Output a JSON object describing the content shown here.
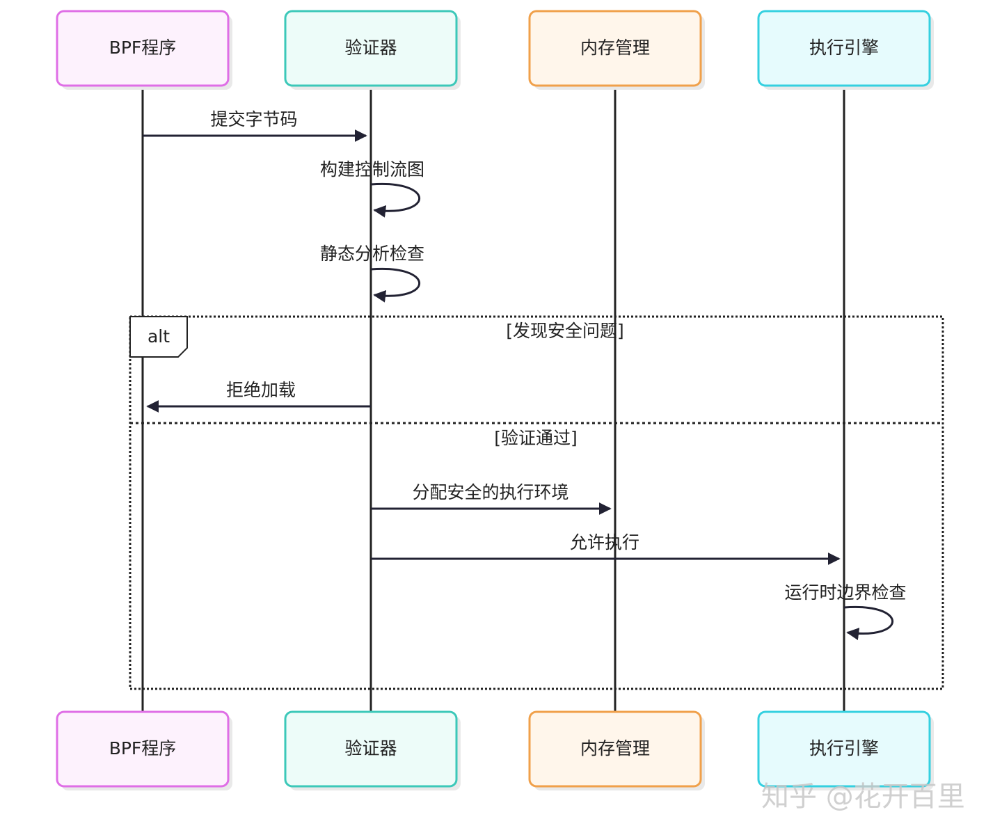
{
  "actors": [
    {
      "id": "bpf",
      "label": "BPF程序",
      "fill": "#fdf2fd",
      "stroke": "#df6ee6"
    },
    {
      "id": "verifier",
      "label": "验证器",
      "fill": "#edfcf9",
      "stroke": "#3cc8b9"
    },
    {
      "id": "memory",
      "label": "内存管理",
      "fill": "#fff6eb",
      "stroke": "#f0a04a"
    },
    {
      "id": "engine",
      "label": "执行引擎",
      "fill": "#e6fbfd",
      "stroke": "#34d0e0"
    }
  ],
  "messages": [
    {
      "from": "bpf",
      "to": "verifier",
      "text": "提交字节码"
    },
    {
      "from": "verifier",
      "to": "verifier",
      "text": "构建控制流图"
    },
    {
      "from": "verifier",
      "to": "verifier",
      "text": "静态分析检查"
    },
    {
      "from": "verifier",
      "to": "bpf",
      "text": "拒绝加载"
    },
    {
      "from": "verifier",
      "to": "memory",
      "text": "分配安全的执行环境"
    },
    {
      "from": "verifier",
      "to": "engine",
      "text": "允许执行"
    },
    {
      "from": "engine",
      "to": "engine",
      "text": "运行时边界检查"
    }
  ],
  "alt_frame": {
    "tag": "alt",
    "conditions": [
      "[发现安全问题]",
      "[验证通过]"
    ]
  },
  "watermark": "知乎 @花开百里",
  "colors": {
    "line": "#222222",
    "arrow": "#222233"
  }
}
